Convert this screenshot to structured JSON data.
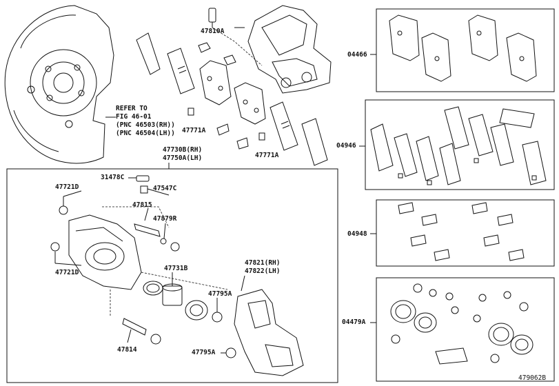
{
  "labels": {
    "p47810A": "47810A",
    "refer_1": "REFER TO",
    "refer_2": "FIG 46-01",
    "refer_3": "(PNC 46503(RH))",
    "refer_4": "(PNC 46504(LH))",
    "p47771A_1": "47771A",
    "p47771A_2": "47771A",
    "p47730B": "47730B(RH)",
    "p47750A": "47750A(LH)",
    "p31478C": "31478C",
    "p47547C": "47547C",
    "p47721D_1": "47721D",
    "p47721D_2": "47721D",
    "p47815": "47815",
    "p47879R": "47879R",
    "p47731B": "47731B",
    "p47821": "47821(RH)",
    "p47822": "47822(LH)",
    "p47795A_1": "47795A",
    "p47795A_2": "47795A",
    "p47814": "47814",
    "p04466": "04466",
    "p04946": "04946",
    "p04948": "04948",
    "p04479A": "04479A",
    "figure_code": "479062B"
  }
}
